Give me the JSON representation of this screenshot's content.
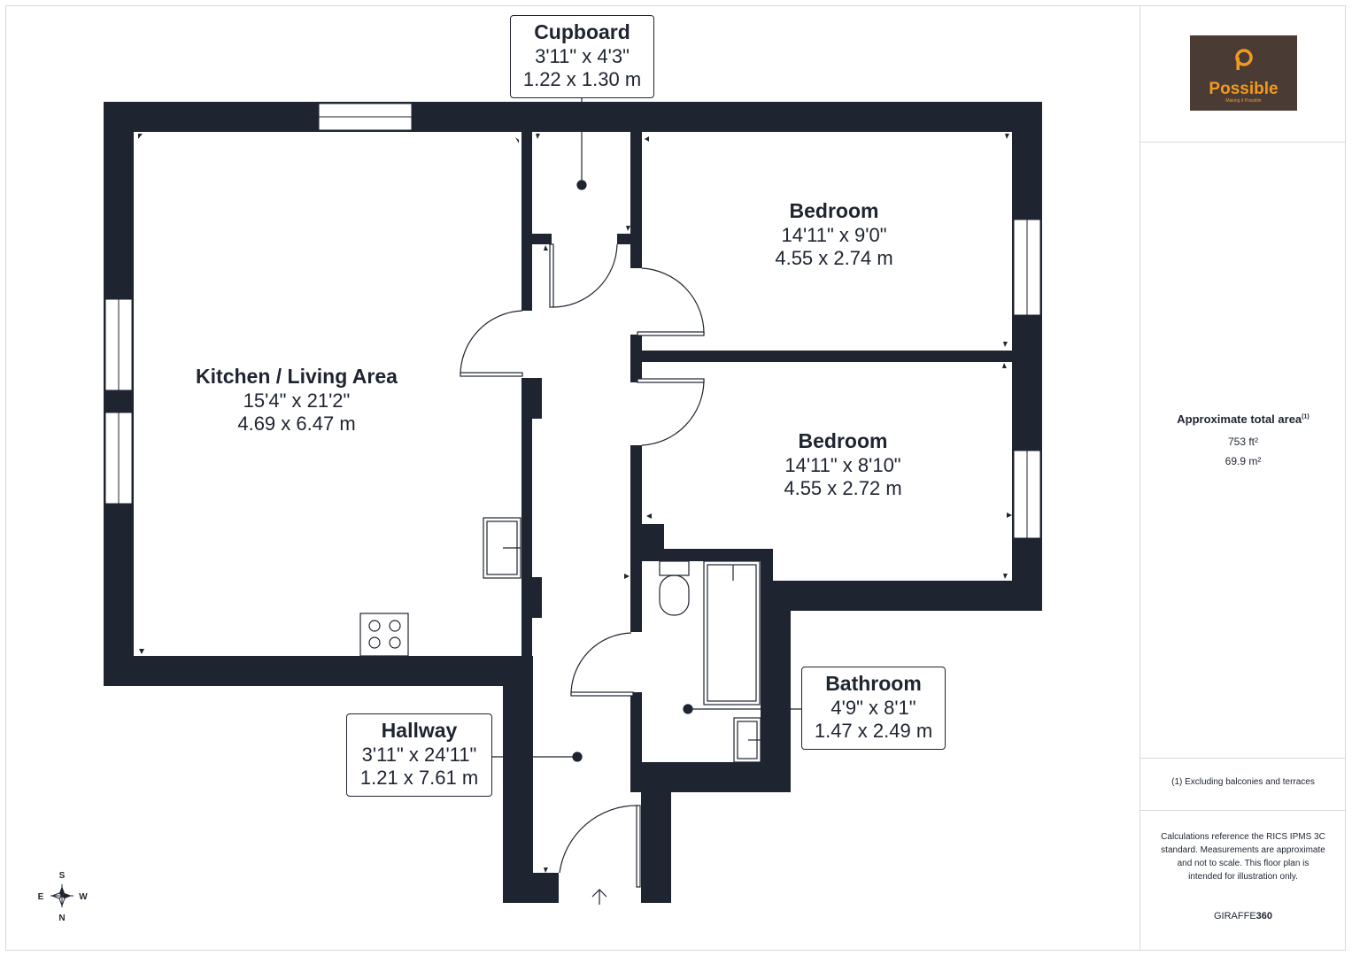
{
  "rooms": {
    "cupboard": {
      "name": "Cupboard",
      "imperial": "3'11\" x 4'3\"",
      "metric": "1.22 x 1.30 m"
    },
    "kitchen": {
      "name": "Kitchen / Living Area",
      "imperial": "15'4\" x 21'2\"",
      "metric": "4.69 x 6.47 m"
    },
    "bedroom1": {
      "name": "Bedroom",
      "imperial": "14'11\" x 9'0\"",
      "metric": "4.55 x 2.74 m"
    },
    "bedroom2": {
      "name": "Bedroom",
      "imperial": "14'11\" x 8'10\"",
      "metric": "4.55 x 2.72 m"
    },
    "bathroom": {
      "name": "Bathroom",
      "imperial": "4'9\" x 8'1\"",
      "metric": "1.47 x 2.49 m"
    },
    "hallway": {
      "name": "Hallway",
      "imperial": "3'11\" x 24'11\"",
      "metric": "1.21 x 7.61 m"
    }
  },
  "compass": {
    "s": "S",
    "e": "E",
    "w": "W",
    "n": "N"
  },
  "sidebar": {
    "logo_word": "Possible",
    "logo_tagline": "Making it Possible",
    "area_title": "Approximate total area",
    "area_footnote_mark": "(1)",
    "area_sqft": "753 ft²",
    "area_sqm": "69.9 m²",
    "footnote": "(1) Excluding balconies and terraces",
    "disclaimer": "Calculations reference the RICS IPMS 3C standard. Measurements are approximate and not to scale. This floor plan is intended for illustration only.",
    "brand_light": "GIRAFFE",
    "brand_bold": "360"
  },
  "colors": {
    "wall": "#1e2430",
    "logo_bg": "#4a3b35",
    "logo_accent": "#f29a1f"
  }
}
